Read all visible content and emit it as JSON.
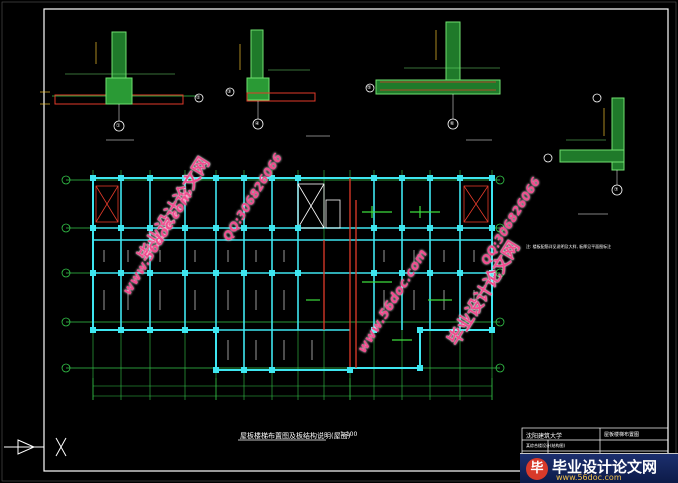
{
  "drawing": {
    "main_title": "屋板楼梯布置图及板结构说明(屋面)",
    "main_scale": "1:100",
    "note_text": "注: 楼板配筋详见说明及大样, 板厚见平面图标注"
  },
  "detail_markers": [
    "①",
    "②",
    "③",
    "④",
    "⑤",
    "⑥",
    "⑦"
  ],
  "title_block": {
    "school": "沈阳建筑大学",
    "project": "某综合楼设计(结构图)",
    "drawing_name": "屋板楼梯布置图"
  },
  "watermarks": {
    "site_cn": "毕业设计论文网",
    "url": "www.56doc.com",
    "qq": "QQ:306826066"
  },
  "logo": {
    "badge": "毕",
    "name": "毕业设计论文网",
    "site": "www.56doc.com"
  },
  "colors": {
    "background": "#000000",
    "frame": "#ffffff",
    "grid_green": "#34c84a",
    "column_cyan": "#3ee6f0",
    "beam_red": "#e23a2a",
    "detail_green": "#6fe06f",
    "watermark_pink": "#f14d8f"
  }
}
